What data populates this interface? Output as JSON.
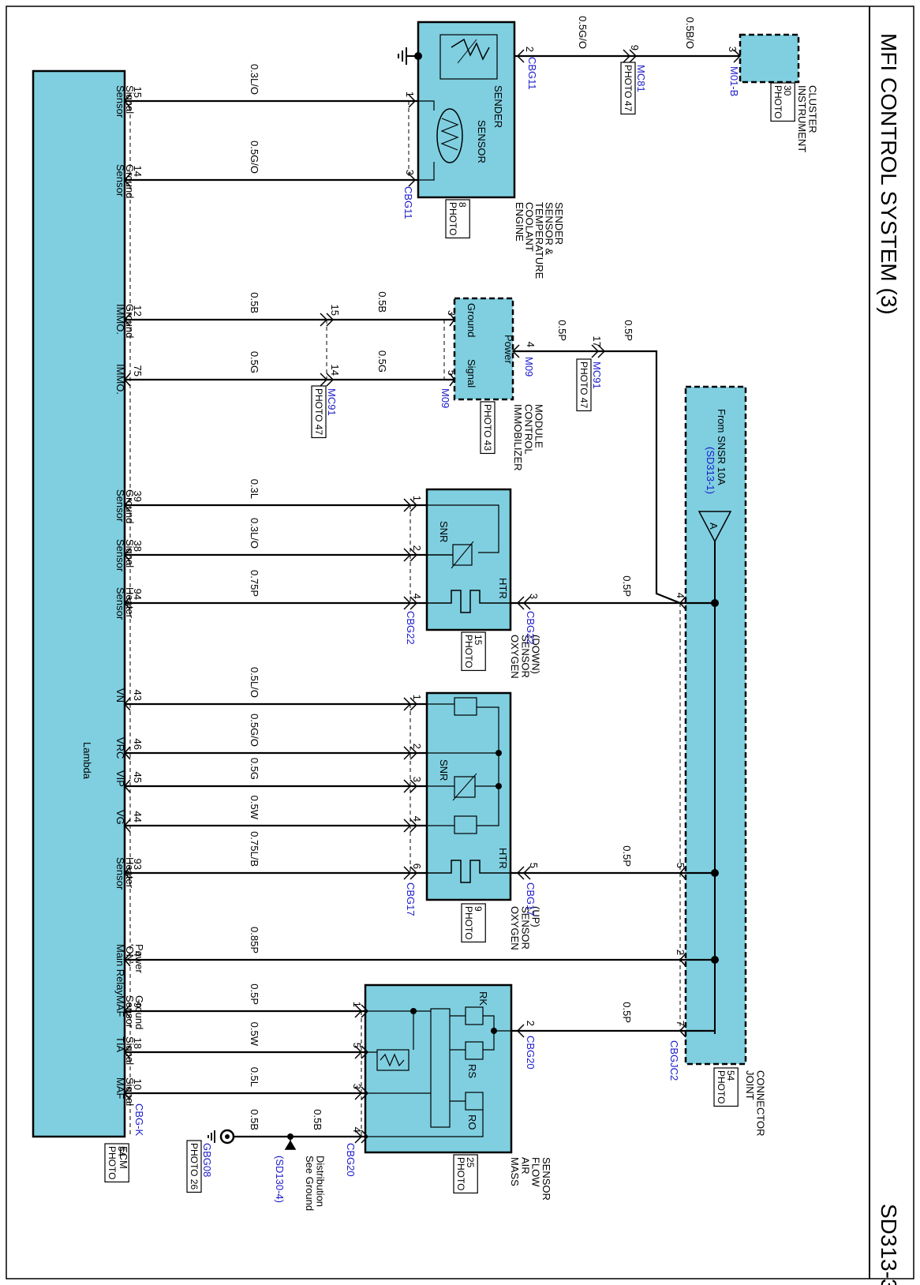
{
  "title": "MFI CONTROL SYSTEM (3)",
  "code": "SD313-3",
  "colors": {
    "component": "#7fcfe0",
    "wire": "#000000",
    "connector_text": "#1a1acc"
  },
  "ecm": {
    "name": "ECM",
    "photo": "PHOTO\n54",
    "connector": "CBG-K",
    "pins": [
      {
        "pin": "15",
        "label": "Sensor\nSignal",
        "wire": "0.3L/O"
      },
      {
        "pin": "14",
        "label": "Sensor\nGround",
        "wire": "0.5G/O"
      },
      {
        "pin": "12",
        "label": "IMMO.\nGround",
        "wire": "0.5B"
      },
      {
        "pin": "75",
        "label": "IMMO.",
        "wire": "0.5G"
      },
      {
        "pin": "39",
        "label": "Sensor\nGround",
        "wire": "0.3L"
      },
      {
        "pin": "38",
        "label": "Sensor\nSignal",
        "wire": "0.3L/O"
      },
      {
        "pin": "94",
        "label": "Sensor\nHeater",
        "wire": "0.75P"
      },
      {
        "pin": "43",
        "label": "VN",
        "wire": "0.5L/O"
      },
      {
        "pin": "46",
        "label": "VRC",
        "wire": "0.5G/O"
      },
      {
        "pin": "45",
        "label": "VIP",
        "wire": "0.5G"
      },
      {
        "pin": "44",
        "label": "VG",
        "wire": "0.5W"
      },
      {
        "pin": "93",
        "label": "Sensor\nHeater",
        "wire": "0.75L/B"
      },
      {
        "pin": "4",
        "label": "Main Relay\n'ON'\nPower",
        "wire": "0.85P"
      },
      {
        "pin": "9",
        "label": "MAF\nSensor\nGround",
        "wire": "0.5P"
      },
      {
        "pin": "18",
        "label": "TIA\nSignal",
        "wire": "0.5W"
      },
      {
        "pin": "10",
        "label": "MAF\nSignal",
        "wire": "0.5L"
      }
    ],
    "lambda_label": "Lambda"
  },
  "coolant": {
    "name": "ENGINE\nCOOLANT\nTEMPERATURE\nSENSOR &\nSENDER",
    "photo": "PHOTO\n8",
    "sender": "SENDER",
    "sensor": "SENSOR",
    "connector": "CBG11",
    "pins": [
      "1",
      "3",
      "2"
    ],
    "sender_wire": "0.5G/O"
  },
  "cluster": {
    "name": "INSTRUMENT\nCLUSTER",
    "photo": "PHOTO\n30",
    "connector": "M01-B",
    "pin": "3",
    "wire": "0.5B/O"
  },
  "mc81": {
    "name": "MC81",
    "photo": "PHOTO 47",
    "pin": "9"
  },
  "immobilizer": {
    "name": "IMMOBILIZER\nCONTROL\nMODULE",
    "photo": "PHOTO 43",
    "ground": "Ground",
    "signal": "Signal",
    "power": "Power",
    "pins": [
      "3",
      "5",
      "4"
    ],
    "connector_a": "M09",
    "connector_b": "M09",
    "power_wire": "0.5P"
  },
  "mc91a": {
    "name": "MC91",
    "photo": "PHOTO 47",
    "pins": [
      "15",
      "14"
    ],
    "wires": [
      "0.5B",
      "0.5G"
    ]
  },
  "mc91b": {
    "name": "MC91",
    "photo": "PHOTO 47",
    "pin": "17",
    "wire": "0.5P"
  },
  "o2_down": {
    "name": "OXYGEN\nSENSOR\n(DOWN)",
    "photo": "PHOTO\n15",
    "snr": "SNR",
    "htr": "HTR",
    "pins": [
      "1",
      "2",
      "4",
      "3"
    ],
    "connector": "CBG22",
    "connector_b": "CBG22",
    "wire": "0.5P"
  },
  "o2_up": {
    "name": "OXYGEN\nSENSOR\n(UP)",
    "photo": "PHOTO\n9",
    "snr": "SNR",
    "htr": "HTR",
    "pins": [
      "1",
      "2",
      "3",
      "4",
      "6",
      "5"
    ],
    "connector": "CBG17",
    "connector_b": "CBG17",
    "wire": "0.5P"
  },
  "maf": {
    "name": "MASS\nAIR\nFLOW\nSENSOR",
    "photo": "PHOTO\n25",
    "rk": "RK",
    "rs": "RS",
    "ro": "RO",
    "pins": [
      "1",
      "5",
      "3",
      "4",
      "2"
    ],
    "connector": "CBG20",
    "connector_b": "CBG20",
    "wire": "0.5P"
  },
  "joint": {
    "name": "JOINT\nCONNECTOR",
    "photo": "PHOTO\n54",
    "connector": "CBGJC2",
    "from": "From SNSR 10A",
    "ref": "(SD313-1)",
    "marker": "A",
    "pins": [
      "4",
      "5",
      "2",
      "7"
    ]
  },
  "ground": {
    "connector": "GBG08",
    "photo": "PHOTO 26",
    "wire_a": "0.5B",
    "wire_b": "0.5B",
    "see": "See Ground\nDistribution",
    "ref": "(SD130-4)"
  }
}
